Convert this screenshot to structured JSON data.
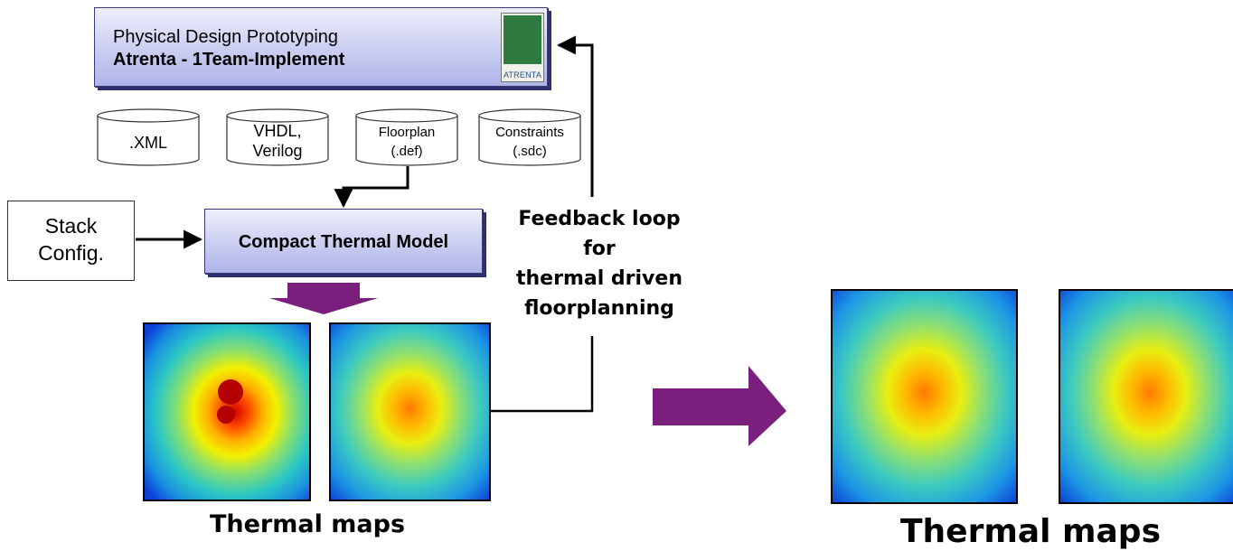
{
  "prototyping": {
    "line1": "Physical Design Prototyping",
    "line2": "Atrenta - 1Team-Implement",
    "logo_text": "ATRENTA"
  },
  "inputs": [
    {
      "lines": [
        ".XML"
      ]
    },
    {
      "lines": [
        "VHDL,",
        "Verilog"
      ]
    },
    {
      "lines": [
        "Floorplan",
        "(.def)"
      ]
    },
    {
      "lines": [
        "Constraints",
        "(.sdc)"
      ]
    }
  ],
  "stack_config": {
    "line1": "Stack",
    "line2": "Config."
  },
  "compact_model": "Compact Thermal Model",
  "feedback": {
    "line1": "Feedback loop",
    "line2": "for",
    "line3": "thermal driven",
    "line4": "floorplanning"
  },
  "captions": {
    "left": "Thermal maps",
    "right": "Thermal maps"
  },
  "colors": {
    "box_fill": "#c9cdf0",
    "box_shadow": "#2d2f6e",
    "arrow_purple": "#7a1f7e"
  }
}
